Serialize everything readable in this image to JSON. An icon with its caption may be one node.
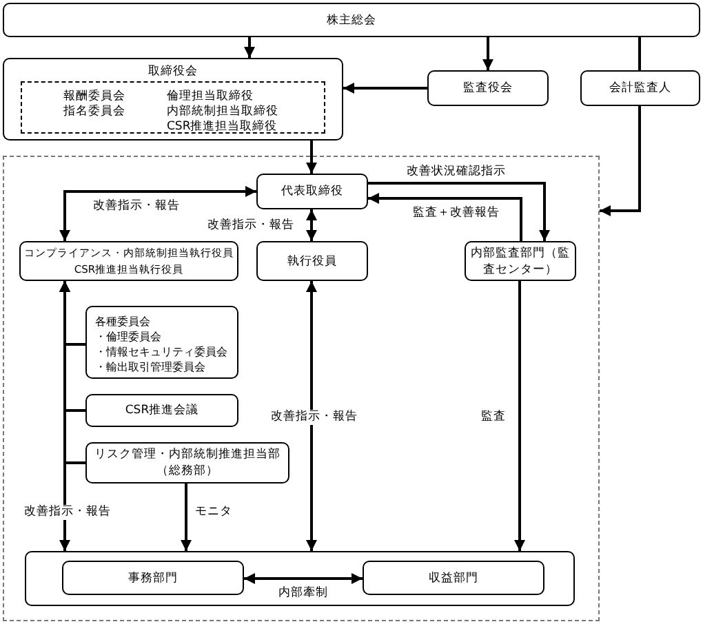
{
  "diagram": {
    "nodes": [
      {
        "text": [
          "株主総会"
        ]
      },
      {
        "text": [
          "取締役会"
        ]
      },
      {
        "text": [
          "報酬委員会",
          "指名委員会",
          "倫理担当取締役",
          "内部統制担当取締役",
          "CSR推進担当取締役"
        ],
        "in": 1
      },
      {
        "text": [
          "監査役会"
        ]
      },
      {
        "text": [
          "会計監査人"
        ]
      },
      {
        "text": [],
        "shape": "box"
      },
      {
        "text": [
          "代表取締役"
        ],
        "in": 5
      },
      {
        "text": [
          "コンプライアンス・内部統制担当執行役員",
          "CSR推進担当執行役員"
        ],
        "in": 5
      },
      {
        "text": [
          "執行役員"
        ],
        "in": 5
      },
      {
        "text": [
          "内部監査部門（監査センター）"
        ],
        "in": 5
      },
      {
        "text": [
          "各種委員会",
          "・倫理委員会",
          "・情報セキュリティ委員会",
          "・輸出取引管理委員会"
        ],
        "in": 5
      },
      {
        "text": [
          "CSR推進会議"
        ],
        "in": 5
      },
      {
        "text": [
          "リスク管理・内部統制推進担当部（総務部）"
        ],
        "in": 5
      },
      {
        "text": [],
        "shape": "box",
        "in": 5
      },
      {
        "text": [
          "事務部門"
        ],
        "in": 13
      },
      {
        "text": [
          "収益部門"
        ],
        "in": 13
      }
    ],
    "edges": [
      {
        "from": 0,
        "to": 1,
        "arrow": "to"
      },
      {
        "from": 0,
        "to": 3,
        "arrow": "to"
      },
      {
        "from": 3,
        "to": 1,
        "arrow": "to"
      },
      {
        "from": 0,
        "to": 4,
        "arrow": "none"
      },
      {
        "from": 4,
        "to": 5,
        "arrow": "to"
      },
      {
        "from": 1,
        "to": 6,
        "arrow": "to"
      },
      {
        "from": 6,
        "to": 7,
        "arrow": "both",
        "label": "改善指示・報告"
      },
      {
        "from": 6,
        "to": 8,
        "arrow": "both",
        "label": "改善指示・報告"
      },
      {
        "from": 6,
        "to": 9,
        "arrow": "to",
        "label": "改善状況確認指示"
      },
      {
        "from": 9,
        "to": 6,
        "arrow": "to",
        "label": "監査＋改善報告"
      },
      {
        "from": 7,
        "to": 13,
        "arrow": "both",
        "label": "改善指示・報告"
      },
      {
        "from": 10,
        "to": 7,
        "arrow": "to"
      },
      {
        "from": 11,
        "to": 7,
        "arrow": "to"
      },
      {
        "from": 12,
        "to": 7,
        "arrow": "to"
      },
      {
        "from": 12,
        "to": 13,
        "arrow": "to",
        "label": "モニタ"
      },
      {
        "from": 8,
        "to": 13,
        "arrow": "both",
        "label": "改善指示・報告"
      },
      {
        "from": 9,
        "to": 13,
        "arrow": "to",
        "label": "監査"
      },
      {
        "from": 14,
        "to": 15,
        "arrow": "both",
        "label": "内部牽制"
      }
    ]
  }
}
